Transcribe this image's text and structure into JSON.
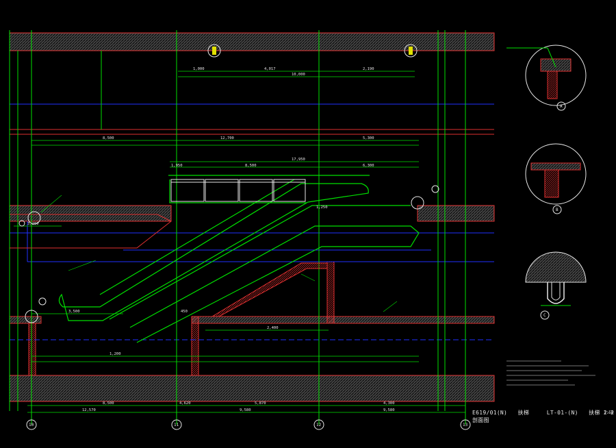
{
  "drawing": {
    "title_code": "E619/01(N)",
    "title_word1": "扶梯",
    "title_code2": "LT-01-(N)",
    "title_word2": "扶梯 2-2 剖面图",
    "scale": "1:50"
  },
  "grid_axes": [
    "10",
    "11",
    "12",
    "13"
  ],
  "dims_top": [
    "1,000",
    "4,017",
    "2,190",
    "10,000"
  ],
  "dims_mid": [
    "8,500",
    "5,300",
    "12,700"
  ],
  "dims_bottom_row1": [
    "8,500",
    "4,620",
    "5,870",
    "4,300"
  ],
  "dims_bottom_row2": [
    "12,570",
    "9,580",
    "9,580"
  ],
  "dims_misc": [
    "17,950",
    "8,500",
    "1,950",
    "6,300",
    "1,200",
    "3,500",
    "450",
    "1,250",
    "3,200",
    "2,400"
  ],
  "detail_labels": [
    "A",
    "B",
    "C"
  ],
  "colors": {
    "background": "#000000",
    "grid_green": "#00e000",
    "wall_red": "#e03030",
    "hidden_blue": "#2030ff",
    "text_white": "#e8e8e8",
    "yellow": "#e0e000"
  }
}
